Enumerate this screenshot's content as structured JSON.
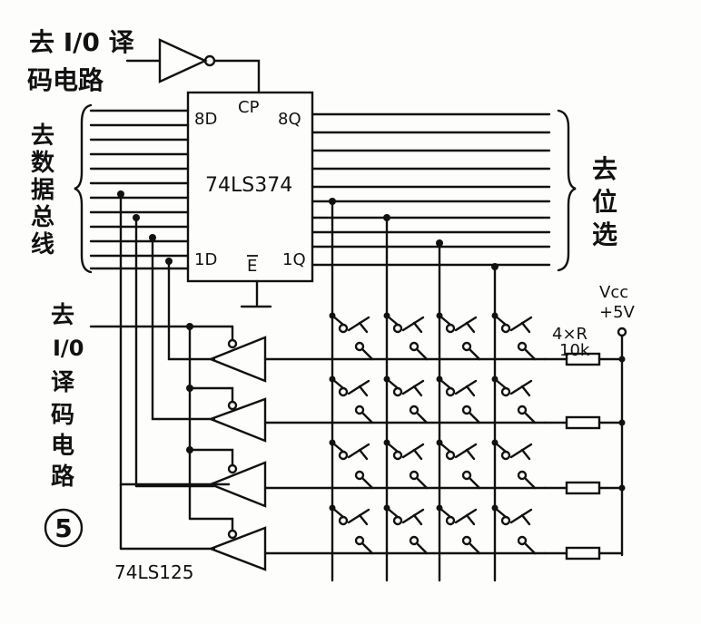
{
  "labels": {
    "to_io_decoder_top_line1": "去 I/0 译",
    "to_io_decoder_top_line2": "码电路",
    "to_data_bus": [
      "去",
      "数",
      "据",
      "总",
      "线"
    ],
    "to_bit_select": [
      "去",
      "位",
      "选"
    ],
    "to_io_decoder_left": [
      "去",
      "I/0",
      "译",
      "码",
      "电",
      "路"
    ],
    "chip_latch": "74LS374",
    "pin_8d": "8D",
    "pin_cp": "CP",
    "pin_8q": "8Q",
    "pin_1d": "1D",
    "pin_e": "E",
    "pin_1q": "1Q",
    "vcc": "Vcc",
    "plus5v": "+5V",
    "resistor_count": "4×R",
    "resistor_value": "10k",
    "chip_buffer": "74LS125",
    "figure_number": "5"
  },
  "colors": {
    "ink": "#111111",
    "paper": "#fdfdfb"
  }
}
